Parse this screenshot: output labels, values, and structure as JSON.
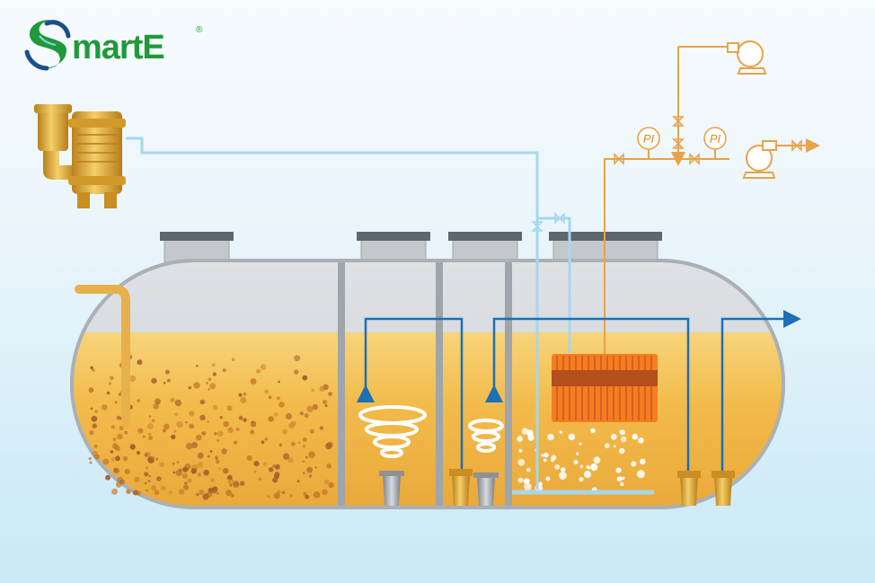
{
  "logo": {
    "text": "martE",
    "registered": "®"
  },
  "gauges": {
    "pressure_left": "PI",
    "pressure_right": "PI"
  },
  "colors": {
    "liquid": "#f1b63e",
    "tank_shell": "#cfd4d9",
    "air_line": "#a7d7ea",
    "process_line": "#e8a24a",
    "flow_arrow": "#1d6fb6",
    "brand_green": "#1f9a3a",
    "brand_blue": "#1b4f8c"
  },
  "icons": [
    "blower-icon",
    "pump-icon",
    "gauge-icon",
    "valve-icon",
    "membrane-module-icon",
    "diffuser-icon"
  ]
}
